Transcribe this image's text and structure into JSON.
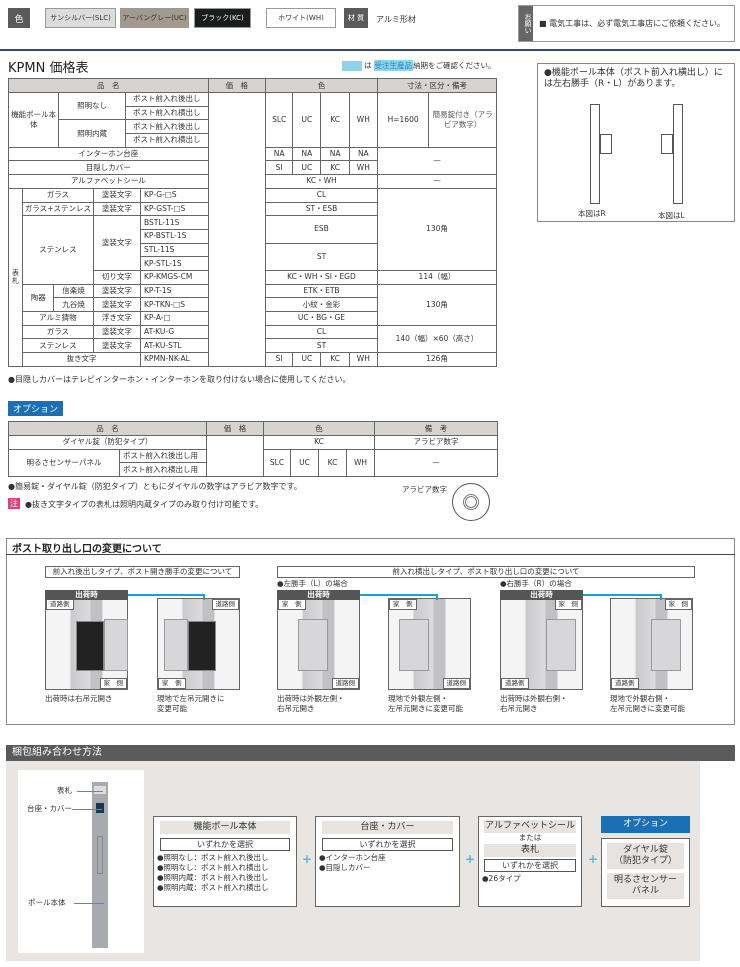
{
  "top": {
    "color_label": "色",
    "chips": [
      {
        "label": "サンシルバー(SLC)",
        "color": "#dcdcdc"
      },
      {
        "label": "アーバングレー(UC)",
        "color": "#a39a8c"
      },
      {
        "label": "ブラック(KC)",
        "color": "#1a1d1d"
      },
      {
        "label": "ホワイト(WH)",
        "color": "#ffffff"
      }
    ],
    "material_label": "材 質",
    "material_value": "アルミ形材",
    "notice_tag": "お願い",
    "notice": "■ 電気工事は、必ず電気工事店にご依頼ください。"
  },
  "price": {
    "title": "KPMN 価格表",
    "legend_is": "は",
    "legend_tag": "受注生産品",
    "legend_text": "納期をご確認ください。",
    "headers": [
      "品　名",
      "価　格",
      "色",
      "寸法・区分・備考"
    ],
    "main_name": "機能ポール本体",
    "no_light": "照明なし",
    "light": "照明内蔵",
    "rear": "ポスト前入れ後出し",
    "side": "ポスト前入れ横出し",
    "c_slc": "SLC",
    "c_uc": "UC",
    "c_kc": "KC",
    "c_wh": "WH",
    "c_na": "NA",
    "c_si": "SI",
    "h1600": "H=1600",
    "lock": "簡易錠付き（アラビア数字）",
    "dash": "—",
    "intercom": "インターホン台座",
    "cover": "目隠しカバー",
    "seal": "アルファベットシール",
    "kcwh": "KC・WH",
    "nameplate": "表札",
    "paint": "塗装文字",
    "cut": "切り文字",
    "float": "浮き文字",
    "nuki": "抜き文字",
    "glass": "ガラス",
    "glass_st": "ガラス+ステンレス",
    "stainless": "ステンレス",
    "ceramic": "陶器",
    "shigaraki": "信楽焼",
    "kutani": "九谷焼",
    "alu": "アルミ鋳物",
    "codes": [
      "KP-G-□S",
      "KP-GST-□S",
      "BSTL-11S",
      "KP-BSTL-1S",
      "STL-11S",
      "KP-STL-1S",
      "KP-KMGS-CM",
      "KP-T-1S",
      "KP-TKN-□S",
      "KP-A-□",
      "AT-KU-G",
      "AT-KU-STL",
      "KPMN-NK-AL"
    ],
    "colors": [
      "CL",
      "ST・ESB",
      "ESB",
      "ST",
      "KC・WH・SI・EGD",
      "ETK・ETB",
      "小紋・金彩",
      "UC・BG・GE",
      "CL",
      "ST"
    ],
    "sizes": [
      "130角",
      "114（幅）",
      "130角",
      "140（幅）×60（高さ）",
      "126角"
    ],
    "note": "●目隠しカバーはテレビインターホン・インターホンを取り付けない場合に使用してください。"
  },
  "option": {
    "label": "オプション",
    "headers": [
      "品　名",
      "価　格",
      "色",
      "備　考"
    ],
    "dial": "ダイヤル錠（防犯タイプ）",
    "dial_color": "KC",
    "dial_note": "アラビア数字",
    "sensor": "明るさセンサーパネル",
    "sensor_rear": "ポスト前入れ後出し用",
    "sensor_side": "ポスト前入れ横出し用",
    "note1": "●簡易錠・ダイヤル錠（防犯タイプ）ともにダイヤルの数字はアラビア数字です。",
    "note_tag": "注",
    "note2": "●抜き文字タイプの表札は照明内蔵タイプのみ取り付け可能です。",
    "dial_caption": "アラビア数字"
  },
  "hand": {
    "text": "●機能ポール本体（ポスト前入れ横出し）には左右勝手（R・L）があります。",
    "r": "本図はR",
    "l": "本図はL"
  },
  "change": {
    "title": "ポスト取り出し口の変更について",
    "box1": "前入れ後出しタイプ、ポスト開き勝手の変更について",
    "box2": "前入れ横出しタイプ、ポスト取り出し口の変更について",
    "left_case": "●左勝手（L）の場合",
    "right_case": "●右勝手（R）の場合",
    "ship": "出荷時",
    "road": "道路側",
    "house": "家　側",
    "captions": [
      "出荷時は右吊元開き",
      "現地で左吊元開きに\n変更可能",
      "出荷時は外観左側・\n右吊元開き",
      "現地で外観左側・\n左吊元開きに変更可能",
      "出荷時は外観右側・\n右吊元開き",
      "現地で外観右側・\n左吊元開きに変更可能"
    ]
  },
  "pack": {
    "title": "梱包組み合わせ方法",
    "lbl_plate": "表札",
    "lbl_base": "台座・カバー",
    "lbl_pole": "ポール本体",
    "b1_title": "機能ポール本体",
    "choose": "いずれかを選択",
    "b1_items": [
      "●照明なし：ポスト前入れ後出し",
      "●照明なし：ポスト前入れ横出し",
      "●照明内蔵：ポスト前入れ後出し",
      "●照明内蔵：ポスト前入れ横出し"
    ],
    "b2_title": "台座・カバー",
    "b2_items": [
      "●インターホン台座",
      "●目隠しカバー"
    ],
    "b3_title": "アルファベットシール",
    "or": "または",
    "b3_title2": "表札",
    "b3_item": "●26タイプ",
    "plus": "+",
    "opt_label": "オプション",
    "opt1": "ダイヤル錠\n（防犯タイプ）",
    "opt2": "明るさセンサー\nパネル"
  }
}
